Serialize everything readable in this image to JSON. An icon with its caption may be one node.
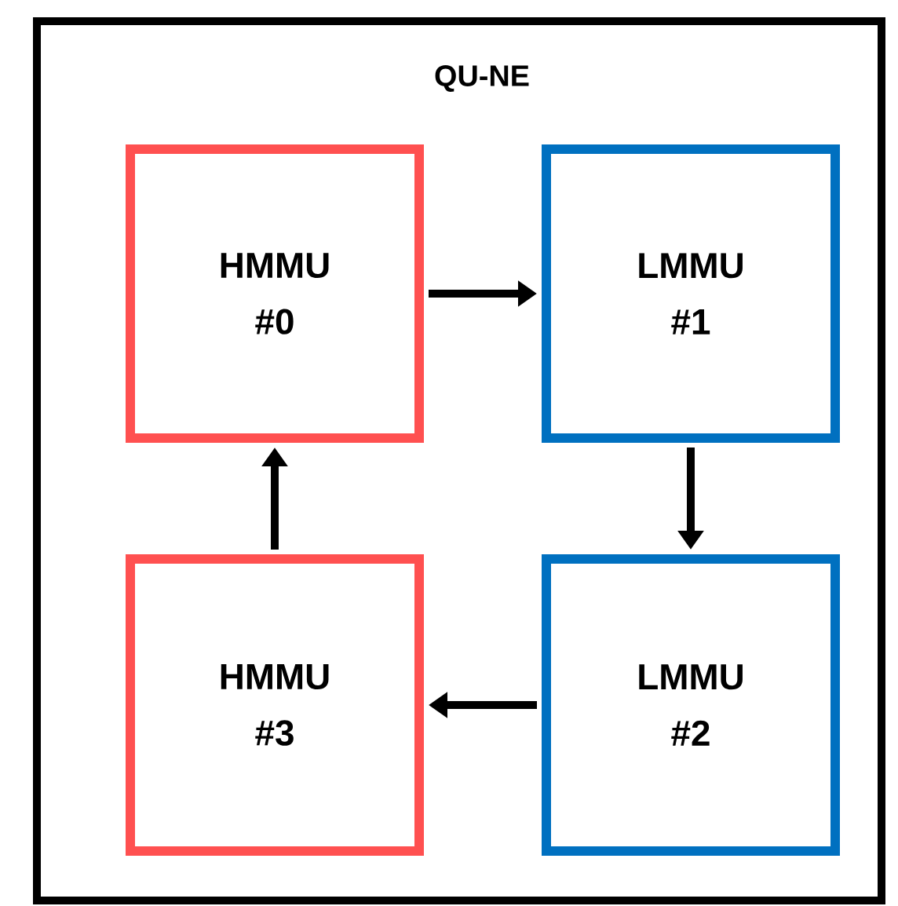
{
  "diagram": {
    "nodes": [
      {
        "text": [
          "QU-NE"
        ]
      },
      {
        "text": [
          "HMMU #0"
        ],
        "in": 0
      },
      {
        "text": [
          "LMMU #1"
        ],
        "in": 0
      },
      {
        "text": [
          "HMMU #3"
        ],
        "in": 0
      },
      {
        "text": [
          "LMMU #2"
        ],
        "in": 0
      }
    ],
    "edges": [
      {
        "from": 1,
        "to": 2,
        "arrow": "to"
      },
      {
        "from": 2,
        "to": 4,
        "arrow": "to"
      },
      {
        "from": 4,
        "to": 3,
        "arrow": "to"
      },
      {
        "from": 3,
        "to": 1,
        "arrow": "to"
      }
    ]
  }
}
